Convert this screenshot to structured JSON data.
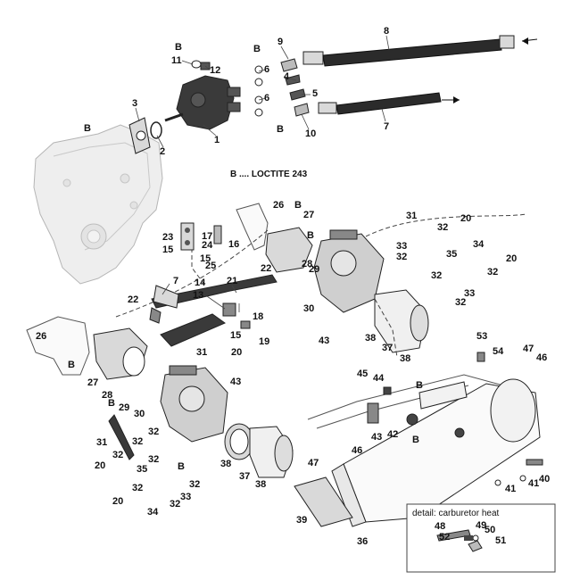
{
  "diagram": {
    "loctite_note": "B .... LOCTITE 243",
    "detail_box_title": "detail: carburetor heat",
    "b_marker": "B",
    "colors": {
      "line": "#222222",
      "housing_fill": "#eeeeee",
      "housing_stroke": "#b5b5b5",
      "part_dark": "#3a3a3a",
      "hose_dark": "#2b2b2b",
      "part_light": "#d9d9d9",
      "leader": "#444444"
    },
    "callouts": [
      {
        "id": "c1",
        "label": "1"
      },
      {
        "id": "c2",
        "label": "2"
      },
      {
        "id": "c3",
        "label": "3"
      },
      {
        "id": "c4",
        "label": "4"
      },
      {
        "id": "c5",
        "label": "5"
      },
      {
        "id": "c6a",
        "label": "6"
      },
      {
        "id": "c6b",
        "label": "6"
      },
      {
        "id": "c7a",
        "label": "7"
      },
      {
        "id": "c7b",
        "label": "7"
      },
      {
        "id": "c8",
        "label": "8"
      },
      {
        "id": "c9",
        "label": "9"
      },
      {
        "id": "c10",
        "label": "10"
      },
      {
        "id": "c11",
        "label": "11"
      },
      {
        "id": "c12",
        "label": "12"
      },
      {
        "id": "c13",
        "label": "13"
      },
      {
        "id": "c14",
        "label": "14"
      },
      {
        "id": "c15a",
        "label": "15"
      },
      {
        "id": "c15b",
        "label": "15"
      },
      {
        "id": "c15c",
        "label": "15"
      },
      {
        "id": "c16",
        "label": "16"
      },
      {
        "id": "c17",
        "label": "17"
      },
      {
        "id": "c18",
        "label": "18"
      },
      {
        "id": "c19",
        "label": "19"
      },
      {
        "id": "c20a",
        "label": "20"
      },
      {
        "id": "c20b",
        "label": "20"
      },
      {
        "id": "c20c",
        "label": "20"
      },
      {
        "id": "c20d",
        "label": "20"
      },
      {
        "id": "c20e",
        "label": "20"
      },
      {
        "id": "c21",
        "label": "21"
      },
      {
        "id": "c22a",
        "label": "22"
      },
      {
        "id": "c22b",
        "label": "22"
      },
      {
        "id": "c23",
        "label": "23"
      },
      {
        "id": "c24",
        "label": "24"
      },
      {
        "id": "c25",
        "label": "25"
      },
      {
        "id": "c26a",
        "label": "26"
      },
      {
        "id": "c26b",
        "label": "26"
      },
      {
        "id": "c27a",
        "label": "27"
      },
      {
        "id": "c27b",
        "label": "27"
      },
      {
        "id": "c28a",
        "label": "28"
      },
      {
        "id": "c28b",
        "label": "28"
      },
      {
        "id": "c29a",
        "label": "29"
      },
      {
        "id": "c29b",
        "label": "29"
      },
      {
        "id": "c30a",
        "label": "30"
      },
      {
        "id": "c30b",
        "label": "30"
      },
      {
        "id": "c31a",
        "label": "31"
      },
      {
        "id": "c31b",
        "label": "31"
      },
      {
        "id": "c31c",
        "label": "31"
      },
      {
        "id": "c32a",
        "label": "32"
      },
      {
        "id": "c32b",
        "label": "32"
      },
      {
        "id": "c32c",
        "label": "32"
      },
      {
        "id": "c32d",
        "label": "32"
      },
      {
        "id": "c32e",
        "label": "32"
      },
      {
        "id": "c32f",
        "label": "32"
      },
      {
        "id": "c32g",
        "label": "32"
      },
      {
        "id": "c32h",
        "label": "32"
      },
      {
        "id": "c32i",
        "label": "32"
      },
      {
        "id": "c32j",
        "label": "32"
      },
      {
        "id": "c32k",
        "label": "32"
      },
      {
        "id": "c32l",
        "label": "32"
      },
      {
        "id": "c33a",
        "label": "33"
      },
      {
        "id": "c33b",
        "label": "33"
      },
      {
        "id": "c33c",
        "label": "33"
      },
      {
        "id": "c34a",
        "label": "34"
      },
      {
        "id": "c34b",
        "label": "34"
      },
      {
        "id": "c35a",
        "label": "35"
      },
      {
        "id": "c35b",
        "label": "35"
      },
      {
        "id": "c36",
        "label": "36"
      },
      {
        "id": "c37a",
        "label": "37"
      },
      {
        "id": "c37b",
        "label": "37"
      },
      {
        "id": "c38a",
        "label": "38"
      },
      {
        "id": "c38b",
        "label": "38"
      },
      {
        "id": "c38c",
        "label": "38"
      },
      {
        "id": "c38d",
        "label": "38"
      },
      {
        "id": "c39",
        "label": "39"
      },
      {
        "id": "c40",
        "label": "40"
      },
      {
        "id": "c41a",
        "label": "41"
      },
      {
        "id": "c41b",
        "label": "41"
      },
      {
        "id": "c42",
        "label": "42"
      },
      {
        "id": "c43a",
        "label": "43"
      },
      {
        "id": "c43b",
        "label": "43"
      },
      {
        "id": "c43c",
        "label": "43"
      },
      {
        "id": "c44",
        "label": "44"
      },
      {
        "id": "c45",
        "label": "45"
      },
      {
        "id": "c46a",
        "label": "46"
      },
      {
        "id": "c46b",
        "label": "46"
      },
      {
        "id": "c47a",
        "label": "47"
      },
      {
        "id": "c47b",
        "label": "47"
      },
      {
        "id": "c48",
        "label": "48"
      },
      {
        "id": "c49",
        "label": "49"
      },
      {
        "id": "c50",
        "label": "50"
      },
      {
        "id": "c51",
        "label": "51"
      },
      {
        "id": "c52",
        "label": "52"
      },
      {
        "id": "c53",
        "label": "53"
      },
      {
        "id": "c54",
        "label": "54"
      }
    ]
  }
}
